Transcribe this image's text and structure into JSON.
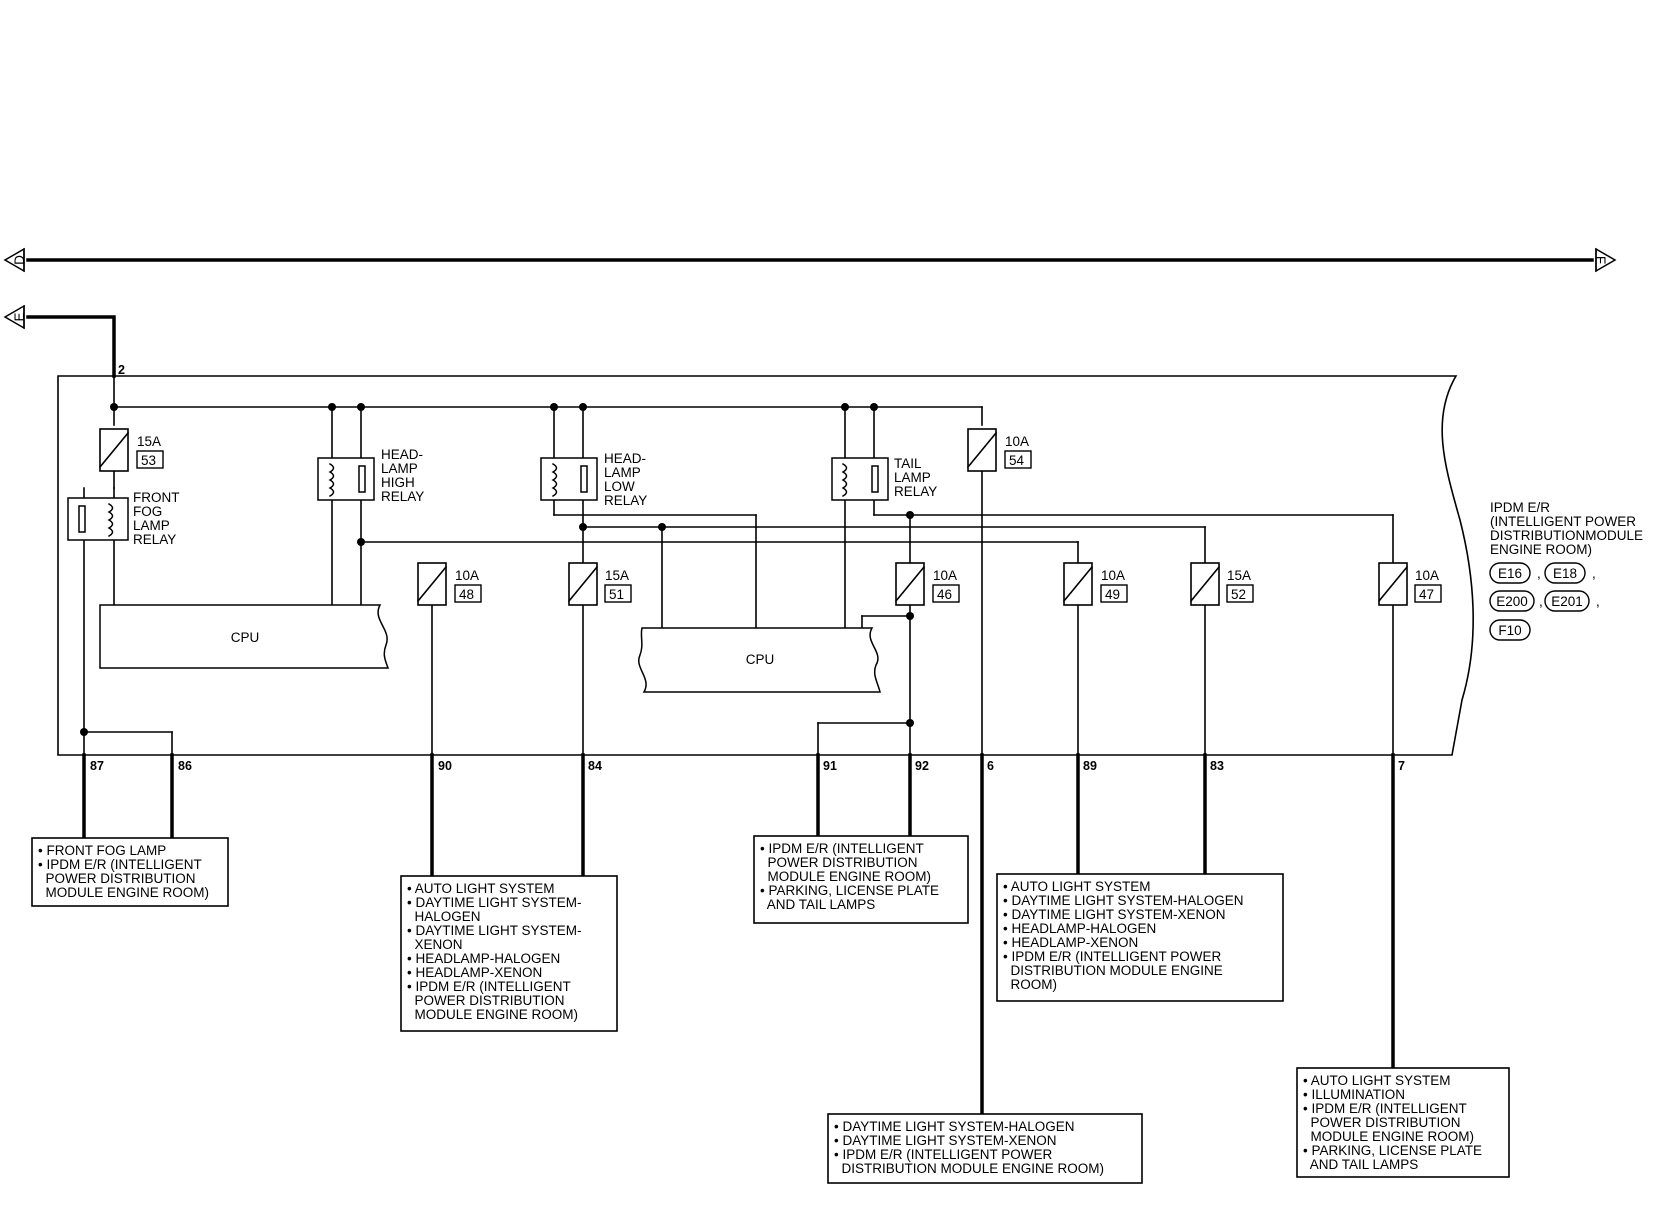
{
  "arrows": {
    "d": "D",
    "e": "E",
    "f": "F"
  },
  "feed_pin": "2",
  "module": {
    "title_lines": [
      "IPDM E/R",
      "(INTELLIGENT POWER",
      "DISTRIBUTIONMODULE",
      "ENGINE ROOM)"
    ],
    "connectors": [
      "E16",
      "E18",
      "E200",
      "E201",
      "F10"
    ]
  },
  "cpu_label": "CPU",
  "fuses": [
    {
      "id": "f53",
      "rating": "15A",
      "number": "53"
    },
    {
      "id": "f54",
      "rating": "10A",
      "number": "54"
    },
    {
      "id": "f48",
      "rating": "10A",
      "number": "48"
    },
    {
      "id": "f51",
      "rating": "15A",
      "number": "51"
    },
    {
      "id": "f46",
      "rating": "10A",
      "number": "46"
    },
    {
      "id": "f49",
      "rating": "10A",
      "number": "49"
    },
    {
      "id": "f52",
      "rating": "15A",
      "number": "52"
    },
    {
      "id": "f47",
      "rating": "10A",
      "number": "47"
    }
  ],
  "relays": {
    "fog": [
      "FRONT",
      "FOG",
      "LAMP",
      "RELAY"
    ],
    "high": [
      "HEAD-",
      "LAMP",
      "HIGH",
      "RELAY"
    ],
    "low": [
      "HEAD-",
      "LAMP",
      "LOW",
      "RELAY"
    ],
    "tail": [
      "TAIL",
      "LAMP",
      "RELAY"
    ]
  },
  "terminals": [
    "87",
    "86",
    "90",
    "84",
    "91",
    "92",
    "6",
    "89",
    "83",
    "7"
  ],
  "destinations": [
    {
      "id": "d1",
      "lines": [
        "• FRONT FOG LAMP",
        "• IPDM E/R (INTELLIGENT",
        "  POWER DISTRIBUTION",
        "  MODULE ENGINE ROOM)"
      ]
    },
    {
      "id": "d2",
      "lines": [
        "• AUTO LIGHT SYSTEM",
        "• DAYTIME LIGHT SYSTEM-",
        "  HALOGEN",
        "• DAYTIME LIGHT SYSTEM-",
        "  XENON",
        "• HEADLAMP-HALOGEN",
        "• HEADLAMP-XENON",
        "• IPDM E/R (INTELLIGENT",
        "  POWER DISTRIBUTION",
        "  MODULE ENGINE ROOM)"
      ]
    },
    {
      "id": "d3",
      "lines": [
        "• IPDM E/R (INTELLIGENT",
        "  POWER DISTRIBUTION",
        "  MODULE ENGINE ROOM)",
        "• PARKING, LICENSE PLATE",
        "  AND TAIL LAMPS"
      ]
    },
    {
      "id": "d4",
      "lines": [
        "• AUTO LIGHT SYSTEM",
        "• DAYTIME LIGHT SYSTEM-HALOGEN",
        "• DAYTIME LIGHT SYSTEM-XENON",
        "• HEADLAMP-HALOGEN",
        "• HEADLAMP-XENON",
        "• IPDM E/R (INTELLIGENT POWER",
        "  DISTRIBUTION MODULE ENGINE",
        "  ROOM)"
      ]
    },
    {
      "id": "d5",
      "lines": [
        "• DAYTIME LIGHT SYSTEM-HALOGEN",
        "• DAYTIME LIGHT SYSTEM-XENON",
        "• IPDM E/R (INTELLIGENT POWER",
        "  DISTRIBUTION MODULE ENGINE ROOM)"
      ]
    },
    {
      "id": "d6",
      "lines": [
        "• AUTO LIGHT SYSTEM",
        "• ILLUMINATION",
        "• IPDM E/R (INTELLIGENT",
        "  POWER DISTRIBUTION",
        "  MODULE ENGINE ROOM)",
        "• PARKING, LICENSE PLATE",
        "  AND TAIL LAMPS"
      ]
    }
  ]
}
